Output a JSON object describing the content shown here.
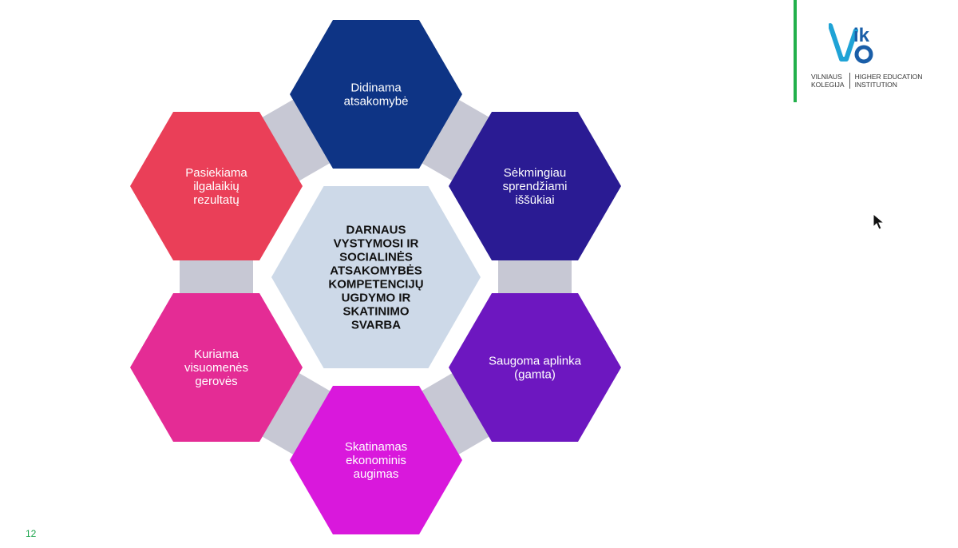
{
  "diagram": {
    "center": {
      "lines": [
        "DARNAUS",
        "VYSTYMOSI IR",
        "SOCIALINĖS",
        "ATSAKOMYBĖS",
        "KOMPETENCIJŲ",
        "UGDYMO IR",
        "SKATINIMO",
        "SVARBA"
      ],
      "color": "#cdd9e8"
    },
    "nodes": [
      {
        "id": "top",
        "lines": [
          "Didinama",
          "atsakomybė"
        ],
        "color": "#0e3485"
      },
      {
        "id": "upper-right",
        "lines": [
          "Sėkmingiau",
          "sprendžiami",
          "iššūkiai"
        ],
        "color": "#2a1b93"
      },
      {
        "id": "lower-right",
        "lines": [
          "Saugoma aplinka",
          "(gamta)"
        ],
        "color": "#6d17c0"
      },
      {
        "id": "bottom",
        "lines": [
          "Skatinamas",
          "ekonominis",
          "augimas"
        ],
        "color": "#d918dc"
      },
      {
        "id": "lower-left",
        "lines": [
          "Kuriama",
          "visuomenės",
          "gerovės"
        ],
        "color": "#e42c95"
      },
      {
        "id": "upper-left",
        "lines": [
          "Pasiekiama",
          "ilgalaikių",
          "rezultatų"
        ],
        "color": "#ea3f58"
      }
    ],
    "connector_color": "#c7c8d4"
  },
  "logo": {
    "letters_top": "ik",
    "letters_bottom": "V",
    "line1_left": "VILNIAUS",
    "line2_left": "KOLEGIJA",
    "line1_right": "HIGHER EDUCATION",
    "line2_right": "INSTITUTION",
    "bar_color": "#22b04b",
    "mark_colors": {
      "v": "#1fa3d6",
      "o": "#1a5ea8",
      "ik": "#1a5ea8"
    }
  },
  "page_number": "12"
}
